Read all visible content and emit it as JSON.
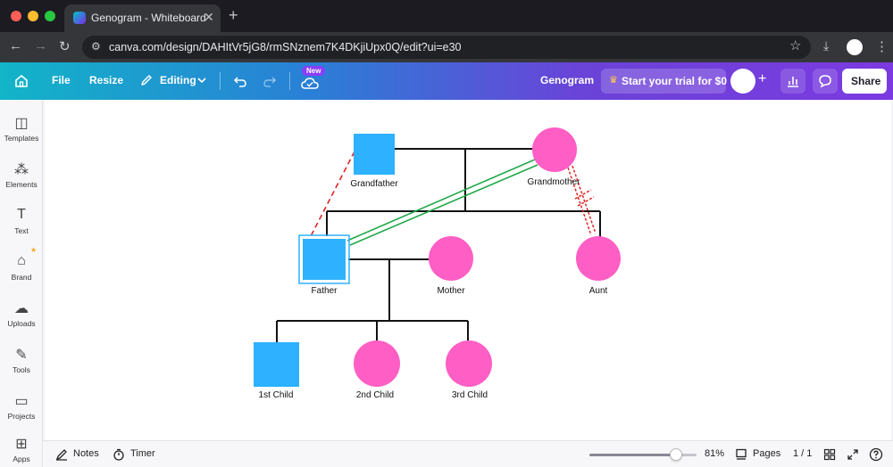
{
  "browser": {
    "tab_title": "Genogram - Whiteboard",
    "tab_close": "✕",
    "new_tab": "+",
    "url": "canva.com/design/DAHItVr5jG8/rmSNznem7K4DKjiUpx0Q/edit?ui=e30",
    "traffic_colors": [
      "#ff5f57",
      "#febc2e",
      "#28c840"
    ]
  },
  "header": {
    "file": "File",
    "resize": "Resize",
    "editing": "Editing",
    "new_badge": "New",
    "doc_title": "Genogram",
    "trial": "Start your trial for $0",
    "share": "Share"
  },
  "sidebar": {
    "items": [
      {
        "label": "Templates",
        "icon": "templates-icon"
      },
      {
        "label": "Elements",
        "icon": "elements-icon"
      },
      {
        "label": "Text",
        "icon": "text-icon"
      },
      {
        "label": "Brand",
        "icon": "brand-icon"
      },
      {
        "label": "Uploads",
        "icon": "uploads-icon"
      },
      {
        "label": "Tools",
        "icon": "tools-icon"
      },
      {
        "label": "Projects",
        "icon": "projects-icon"
      },
      {
        "label": "Apps",
        "icon": "apps-icon"
      }
    ]
  },
  "genogram": {
    "members": {
      "grandfather": "Grandfather",
      "grandmother": "Grandmother",
      "father": "Father",
      "mother": "Mother",
      "aunt": "Aunt",
      "child1": "1st Child",
      "child2": "2nd Child",
      "child3": "3rd Child"
    },
    "male_color": "#2eb1ff",
    "female_color": "#ff5ec4"
  },
  "footer": {
    "notes": "Notes",
    "timer": "Timer",
    "zoom_value": 81,
    "zoom_label": "81%",
    "pages": "Pages",
    "page_count": "1 / 1"
  }
}
